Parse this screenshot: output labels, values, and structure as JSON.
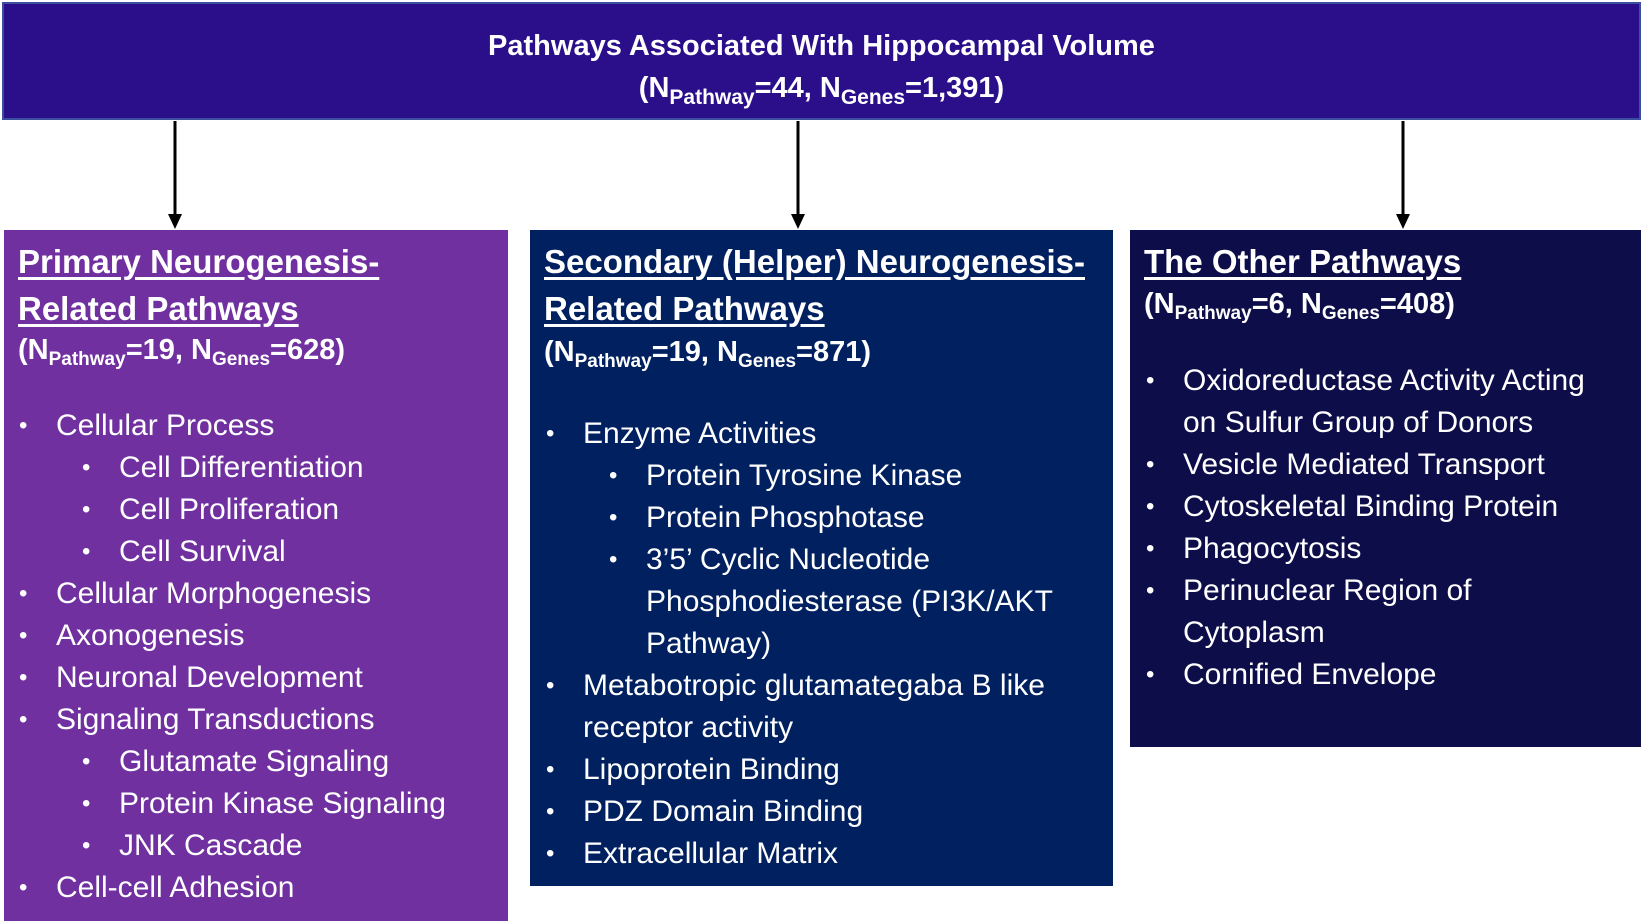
{
  "header": {
    "title": "Pathways Associated With Hippocampal Volume",
    "counts": {
      "open": "(N",
      "sub1": "Pathway",
      "mid": "=44, N",
      "sub2": "Genes",
      "close": "=1,391)"
    }
  },
  "colors": {
    "header_bg": "#2a0e8a",
    "primary_bg": "#7030a0",
    "secondary_bg": "#002060",
    "other_bg": "#0d0d4a",
    "text": "#ffffff",
    "arrow": "#000000"
  },
  "primary": {
    "title_line1": "Primary Neurogenesis-",
    "title_line2": "Related Pathways",
    "counts": {
      "open": "(N",
      "sub1": "Pathway",
      "mid": "=19, N",
      "sub2": "Genes",
      "close": "=628)"
    },
    "items": [
      {
        "text": "Cellular Process",
        "level": 1
      },
      {
        "text": "Cell Differentiation",
        "level": 2
      },
      {
        "text": "Cell Proliferation",
        "level": 2
      },
      {
        "text": "Cell Survival",
        "level": 2
      },
      {
        "text": "Cellular Morphogenesis",
        "level": 1
      },
      {
        "text": "Axonogenesis",
        "level": 1
      },
      {
        "text": "Neuronal Development",
        "level": 1
      },
      {
        "text": "Signaling Transductions",
        "level": 1
      },
      {
        "text": "Glutamate Signaling",
        "level": 2
      },
      {
        "text": "Protein Kinase Signaling",
        "level": 2
      },
      {
        "text": "JNK Cascade",
        "level": 2
      },
      {
        "text": "Cell-cell Adhesion",
        "level": 1
      }
    ]
  },
  "secondary": {
    "title_line1": "Secondary (Helper) Neurogenesis-",
    "title_line2": "Related Pathways",
    "counts": {
      "open": "(N",
      "sub1": "Pathway",
      "mid": "=19,  N",
      "sub2": "Genes",
      "close": "=871)"
    },
    "items": [
      {
        "text": "Enzyme Activities",
        "level": 1
      },
      {
        "text": "Protein Tyrosine Kinase",
        "level": 2
      },
      {
        "text": "Protein Phosphotase",
        "level": 2
      },
      {
        "text": "3’5’ Cyclic Nucleotide",
        "level": 2
      },
      {
        "text": "Phosphodiesterase (PI3K/AKT",
        "level": 2,
        "continuation": true
      },
      {
        "text": "Pathway)",
        "level": 2,
        "continuation": true
      },
      {
        "text": "Metabotropic glutamategaba B like",
        "level": 1
      },
      {
        "text": "receptor activity",
        "level": 1,
        "continuation": true
      },
      {
        "text": "Lipoprotein Binding",
        "level": 1
      },
      {
        "text": "PDZ Domain Binding",
        "level": 1
      },
      {
        "text": "Extracellular Matrix",
        "level": 1
      }
    ]
  },
  "other": {
    "title_line1": "The Other Pathways",
    "counts": {
      "open": "(N",
      "sub1": "Pathway",
      "mid": "=6, N",
      "sub2": "Genes",
      "close": "=408)"
    },
    "items": [
      {
        "text": "Oxidoreductase Activity Acting",
        "level": 1
      },
      {
        "text": "on Sulfur Group of Donors",
        "level": 1,
        "continuation": true
      },
      {
        "text": "Vesicle Mediated Transport",
        "level": 1
      },
      {
        "text": "Cytoskeletal Binding Protein",
        "level": 1
      },
      {
        "text": "Phagocytosis",
        "level": 1
      },
      {
        "text": "Perinuclear Region of",
        "level": 1
      },
      {
        "text": "Cytoplasm",
        "level": 1,
        "continuation": true
      },
      {
        "text": "Cornified Envelope",
        "level": 1
      }
    ]
  }
}
